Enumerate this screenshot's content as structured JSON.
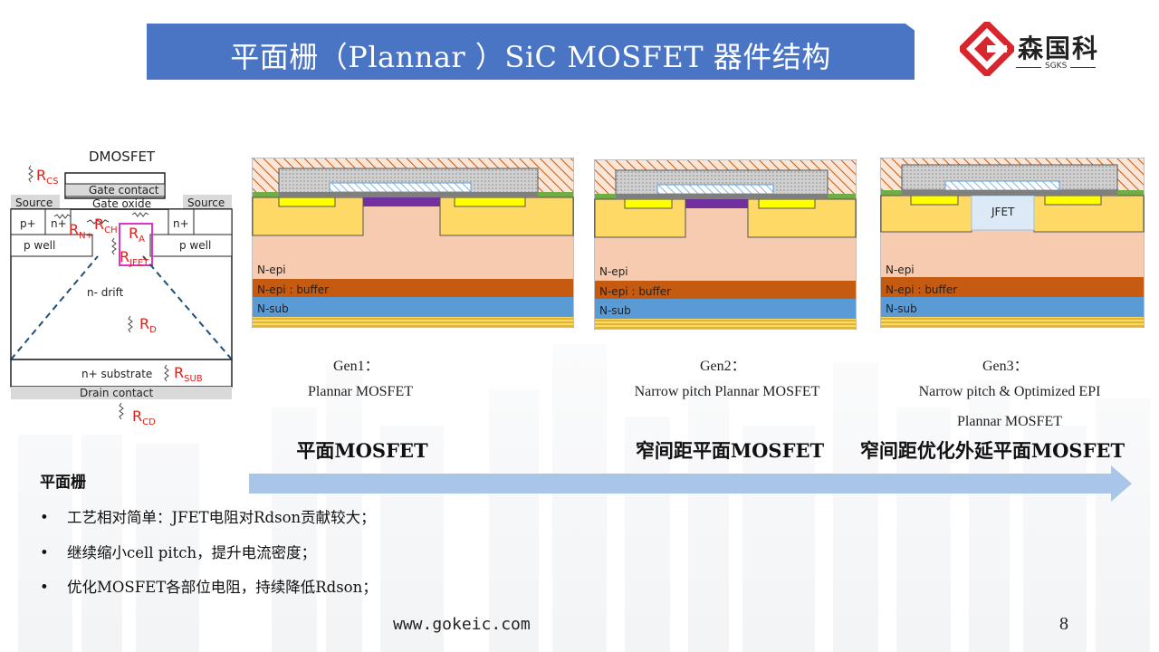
{
  "title": "平面栅（Plannar ）SiC MOSFET 器件结构",
  "logo": {
    "name": "森国科",
    "sub": "SGKS",
    "icon": "sgks-diamond-logo-icon"
  },
  "dmosfet": {
    "title": "DMOSFET",
    "gate_contact": "Gate contact",
    "gate_oxide": "Gate oxide",
    "source_left": "Source",
    "source_right": "Source",
    "p_plus": "p+",
    "n_plus_left": "n+",
    "n_plus_right": "n+",
    "p_well_left": "p well",
    "p_well_right": "p well",
    "n_drift": "n- drift",
    "n_substrate": "n+ substrate",
    "drain_contact": "Drain contact",
    "r_cs": "R",
    "r_cs_sub": "CS",
    "r_n": "R",
    "r_n_sub": "N+",
    "r_ch": "R",
    "r_ch_sub": "CH",
    "r_a": "R",
    "r_a_sub": "A",
    "r_jfet": "R",
    "r_jfet_sub": "JFET",
    "r_d": "R",
    "r_d_sub": "D",
    "r_sub": "R",
    "r_sub_sub": "SUB",
    "r_cd": "R",
    "r_cd_sub": "CD"
  },
  "cross_sections": {
    "n_epi": "N-epi",
    "buffer": "N-epi : buffer",
    "n_sub": "N-sub",
    "jfet": "JFET"
  },
  "generations": [
    {
      "gen": "Gen1：",
      "desc": "Plannar MOSFET",
      "desc2": "",
      "cn": "平面MOSFET"
    },
    {
      "gen": "Gen2：",
      "desc": "Narrow pitch Plannar MOSFET",
      "desc2": "",
      "cn": "窄间距平面MOSFET"
    },
    {
      "gen": "Gen3：",
      "desc": "Narrow pitch & Optimized EPI",
      "desc2": "Plannar MOSFET",
      "cn": "窄间距优化外延平面MOSFET"
    }
  ],
  "bullets": {
    "heading": "平面栅",
    "items": [
      "工艺相对简单：JFET电阻对Rdson贡献较大；",
      "继续缩小cell pitch，提升电流密度；",
      "优化MOSFET各部位电阻，持续降低Rdson；"
    ],
    "marker": "•"
  },
  "footer": {
    "url": "www.gokeic.com",
    "page": "8"
  },
  "colors": {
    "title_bar": "#4a74c4",
    "logo_red": "#d7262e",
    "arrow": "#a9c6e8",
    "n_epi": "#f7cbb0",
    "buffer": "#c55a11",
    "n_sub": "#5b9bd5",
    "p_well": "#ffd966",
    "source_n": "#ffff00",
    "metal_purple": "#7030a0",
    "oxide_green": "#70ad47",
    "red_label": "#e0201b"
  }
}
